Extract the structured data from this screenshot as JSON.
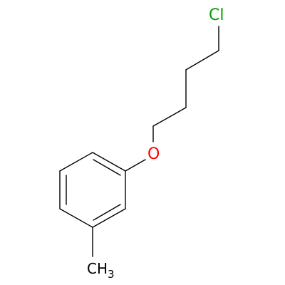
{
  "molecule": {
    "atoms": {
      "chlorine": {
        "label": "Cl",
        "color": "#00a000"
      },
      "oxygen": {
        "label": "O",
        "color": "#ff0000"
      },
      "methyl": {
        "label": "CH",
        "subscript": "3",
        "color": "#000000"
      }
    }
  }
}
